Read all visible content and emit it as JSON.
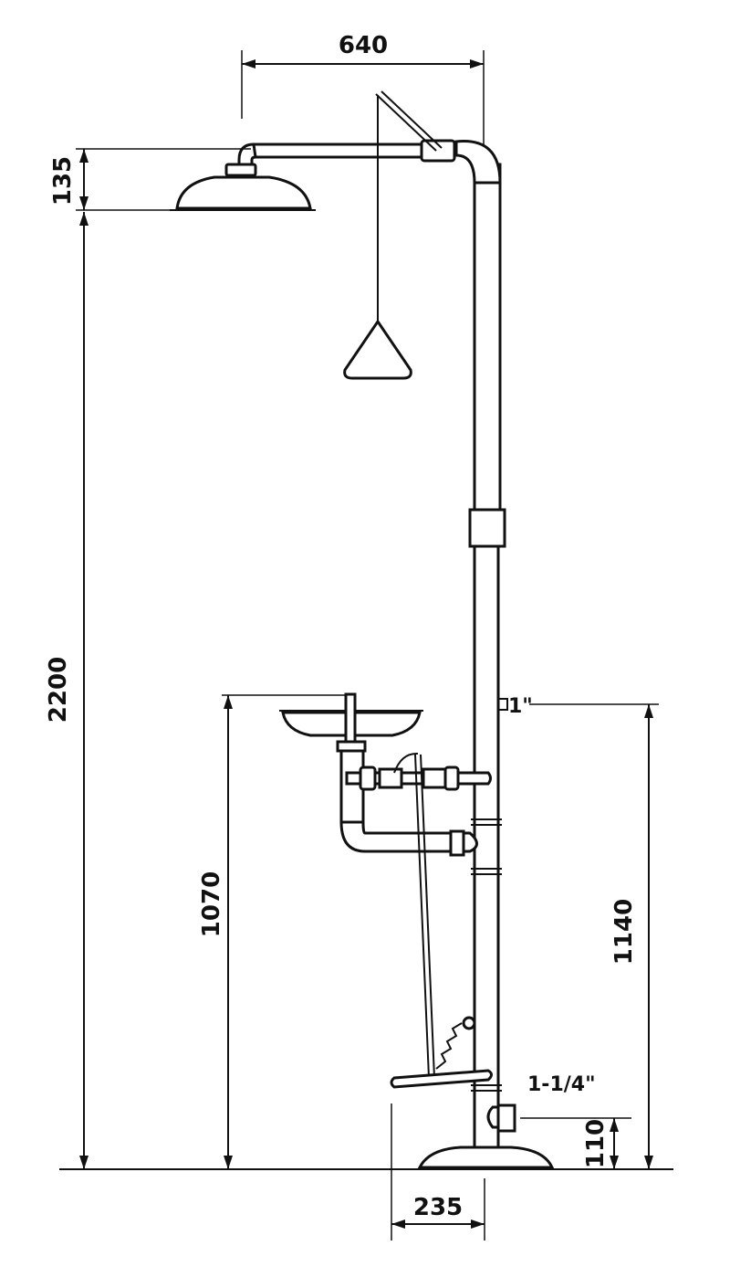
{
  "dimensions": {
    "head_arm_width": "640",
    "head_height": "135",
    "shower_height": "2200",
    "bowl_height": "1070",
    "inlet_height": "1140",
    "pipe_size_inlet": "1\"",
    "pipe_size_base": "1-1/4\"",
    "base_outlet_height": "110",
    "base_width": "235"
  },
  "colors": {
    "line": "#111111",
    "background": "#ffffff"
  }
}
